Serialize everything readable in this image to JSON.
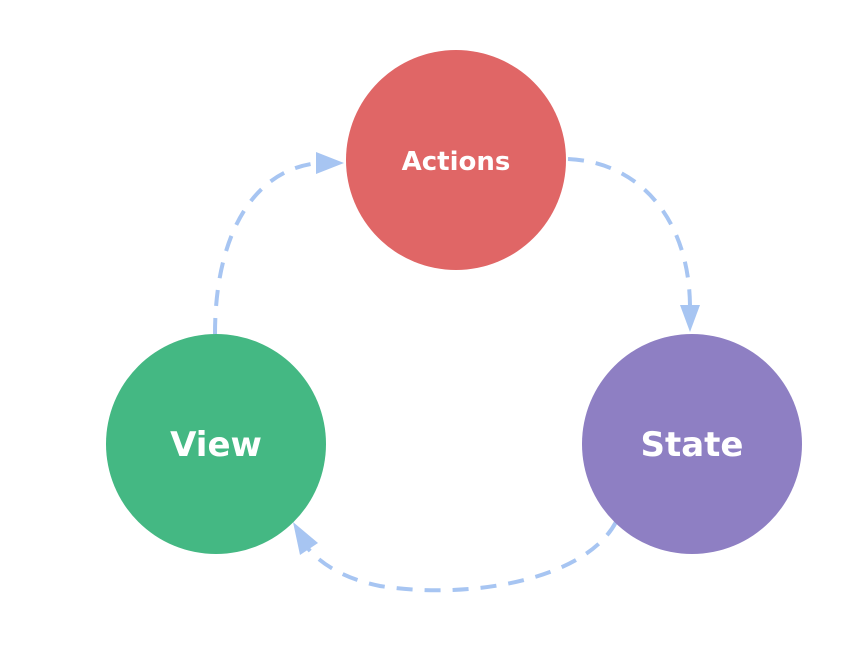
{
  "nodes": {
    "actions": {
      "label": "Actions",
      "color": "#E06666"
    },
    "state": {
      "label": "State",
      "color": "#8E7FC3"
    },
    "view": {
      "label": "View",
      "color": "#44B883"
    }
  },
  "arrow_color": "#A7C5F2"
}
